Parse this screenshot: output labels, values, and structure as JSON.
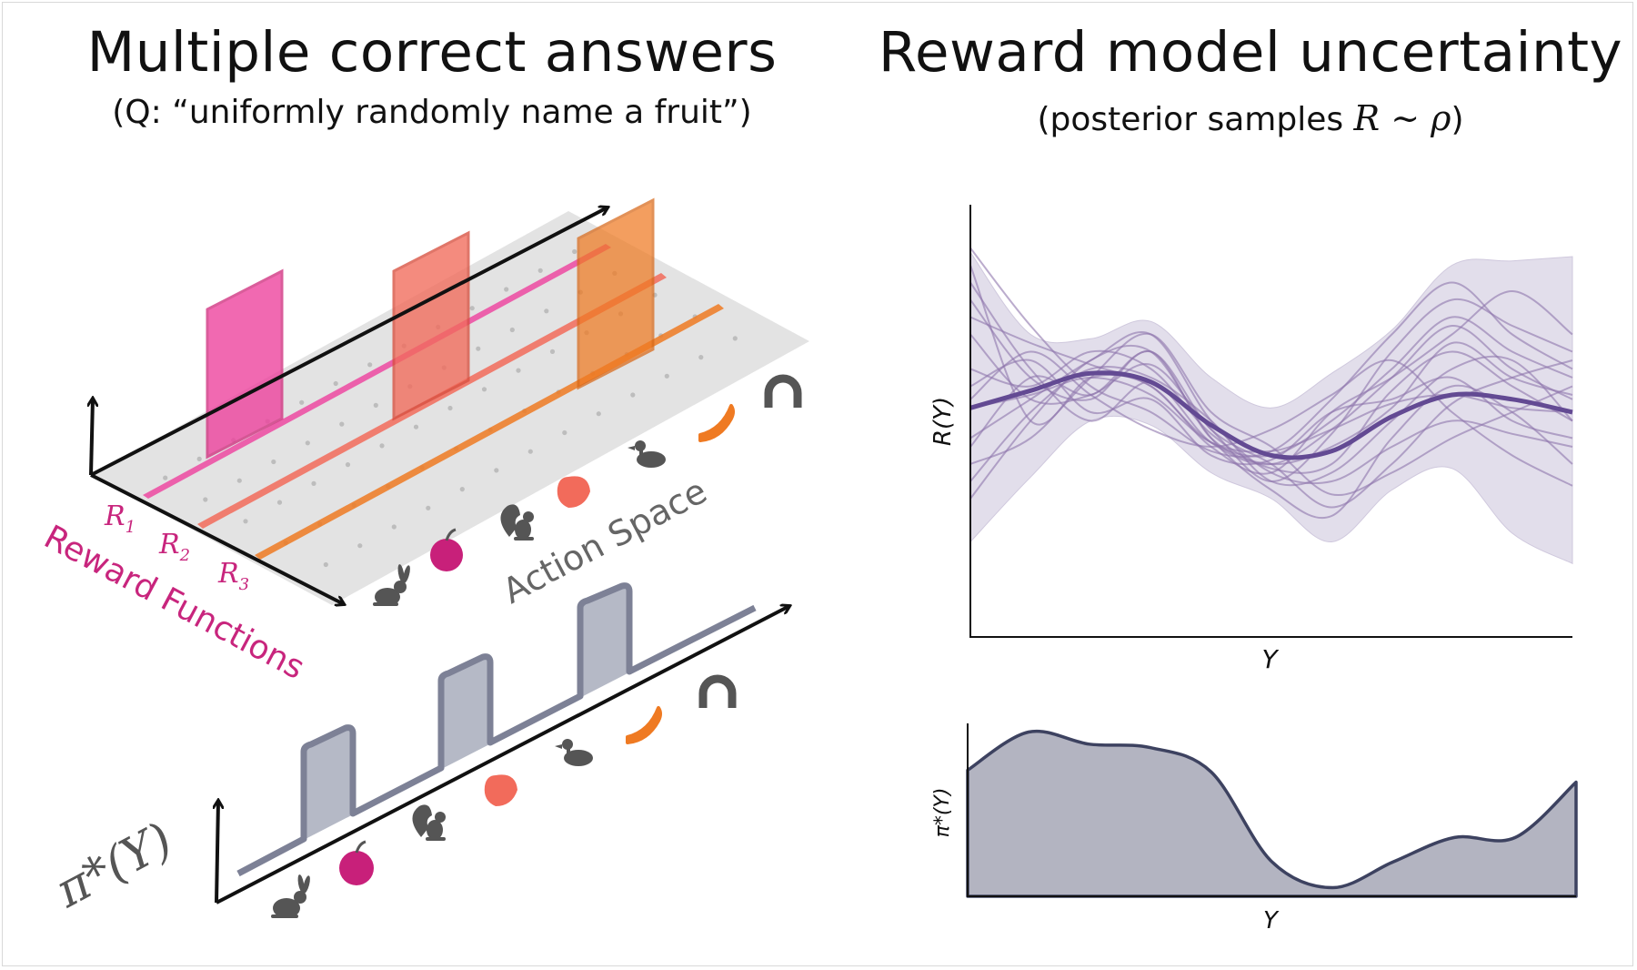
{
  "left_panel": {
    "title": "Multiple correct answers",
    "subtitle": "(Q: “uniformly randomly name a fruit”)",
    "reward_labels": [
      "R",
      "R",
      "R"
    ],
    "reward_subscripts": [
      "1",
      "2",
      "3"
    ],
    "reward_axis_label": "Reward Functions",
    "action_axis_label": "Action Space",
    "policy_label": "π*(Y)",
    "actions": [
      "rabbit-icon",
      "apple-icon",
      "squirrel-icon",
      "strawberry-icon",
      "duck-icon",
      "banana-icon",
      "magnet-icon"
    ],
    "colors": {
      "r1": "#ee3f9c",
      "r2": "#f26b5b",
      "r3": "#ef7a22",
      "policy": "#a3a7b8"
    }
  },
  "right_panel": {
    "title": "Reward model uncertainty",
    "subtitle_prefix": "(posterior samples ",
    "subtitle_math": "R ∼ ρ",
    "subtitle_suffix": ")",
    "colors": {
      "band": "#ddd8e8",
      "samples": "#8d75ac",
      "mean": "#634a93",
      "policy_fill": "#b3b4c1",
      "policy_line": "#3d4260"
    }
  },
  "chart_data": [
    {
      "type": "line",
      "title": "",
      "xlabel": "Y",
      "ylabel": "R(Y)",
      "xlim": [
        0,
        1
      ],
      "ylim": [
        0,
        1
      ],
      "x": [
        0.0,
        0.1,
        0.2,
        0.3,
        0.4,
        0.5,
        0.6,
        0.7,
        0.8,
        0.9,
        1.0
      ],
      "series": [
        {
          "values": [
            0.53,
            0.57,
            0.61,
            0.59,
            0.49,
            0.42,
            0.43,
            0.51,
            0.56,
            0.55,
            0.52
          ]
        },
        {
          "values": [
            0.82,
            0.62,
            0.5,
            0.59,
            0.45,
            0.4,
            0.48,
            0.6,
            0.72,
            0.62,
            0.55
          ]
        },
        {
          "values": [
            0.32,
            0.5,
            0.64,
            0.66,
            0.46,
            0.34,
            0.28,
            0.46,
            0.58,
            0.52,
            0.4
          ]
        },
        {
          "values": [
            0.74,
            0.68,
            0.63,
            0.58,
            0.45,
            0.42,
            0.5,
            0.62,
            0.74,
            0.66,
            0.6
          ]
        },
        {
          "values": [
            0.46,
            0.55,
            0.64,
            0.7,
            0.5,
            0.38,
            0.36,
            0.44,
            0.5,
            0.47,
            0.44
          ]
        },
        {
          "values": [
            0.9,
            0.72,
            0.58,
            0.52,
            0.43,
            0.43,
            0.55,
            0.7,
            0.82,
            0.7,
            0.62
          ]
        },
        {
          "values": [
            0.55,
            0.66,
            0.56,
            0.48,
            0.44,
            0.48,
            0.56,
            0.64,
            0.52,
            0.42,
            0.35
          ]
        },
        {
          "values": [
            0.62,
            0.58,
            0.66,
            0.62,
            0.47,
            0.39,
            0.4,
            0.57,
            0.66,
            0.58,
            0.5
          ]
        },
        {
          "values": [
            0.4,
            0.46,
            0.6,
            0.7,
            0.52,
            0.44,
            0.33,
            0.38,
            0.46,
            0.52,
            0.58
          ]
        },
        {
          "values": [
            0.7,
            0.55,
            0.56,
            0.63,
            0.48,
            0.36,
            0.47,
            0.66,
            0.78,
            0.72,
            0.66
          ]
        },
        {
          "values": [
            0.58,
            0.64,
            0.52,
            0.55,
            0.42,
            0.41,
            0.52,
            0.55,
            0.6,
            0.5,
            0.46
          ]
        },
        {
          "values": [
            0.36,
            0.52,
            0.62,
            0.6,
            0.5,
            0.36,
            0.38,
            0.5,
            0.62,
            0.64,
            0.5
          ]
        },
        {
          "values": [
            0.78,
            0.6,
            0.55,
            0.66,
            0.46,
            0.4,
            0.44,
            0.53,
            0.68,
            0.6,
            0.56
          ]
        },
        {
          "values": [
            0.53,
            0.56,
            0.6,
            0.56,
            0.45,
            0.43,
            0.48,
            0.54,
            0.56,
            0.53,
            0.52
          ]
        },
        {
          "values": [
            0.86,
            0.5,
            0.6,
            0.58,
            0.44,
            0.38,
            0.52,
            0.6,
            0.7,
            0.8,
            0.7
          ]
        },
        {
          "values": [
            0.44,
            0.6,
            0.56,
            0.66,
            0.48,
            0.4,
            0.3,
            0.4,
            0.54,
            0.6,
            0.64
          ]
        }
      ],
      "mean": [
        0.53,
        0.57,
        0.61,
        0.59,
        0.49,
        0.42,
        0.43,
        0.51,
        0.56,
        0.55,
        0.52
      ],
      "band_upper": [
        0.89,
        0.7,
        0.69,
        0.73,
        0.6,
        0.53,
        0.61,
        0.71,
        0.86,
        0.87,
        0.88
      ],
      "band_lower": [
        0.22,
        0.37,
        0.5,
        0.49,
        0.38,
        0.32,
        0.22,
        0.34,
        0.39,
        0.24,
        0.17
      ],
      "grid": false,
      "legend": "none"
    },
    {
      "type": "area",
      "title": "",
      "xlabel": "Y",
      "ylabel": "π*(Y)",
      "xlim": [
        0,
        1
      ],
      "ylim": [
        0,
        1
      ],
      "x": [
        0.0,
        0.1,
        0.2,
        0.3,
        0.4,
        0.5,
        0.6,
        0.7,
        0.8,
        0.9,
        1.0
      ],
      "values": [
        0.73,
        0.95,
        0.88,
        0.86,
        0.72,
        0.2,
        0.05,
        0.2,
        0.34,
        0.34,
        0.66
      ],
      "grid": false,
      "legend": "none"
    }
  ]
}
